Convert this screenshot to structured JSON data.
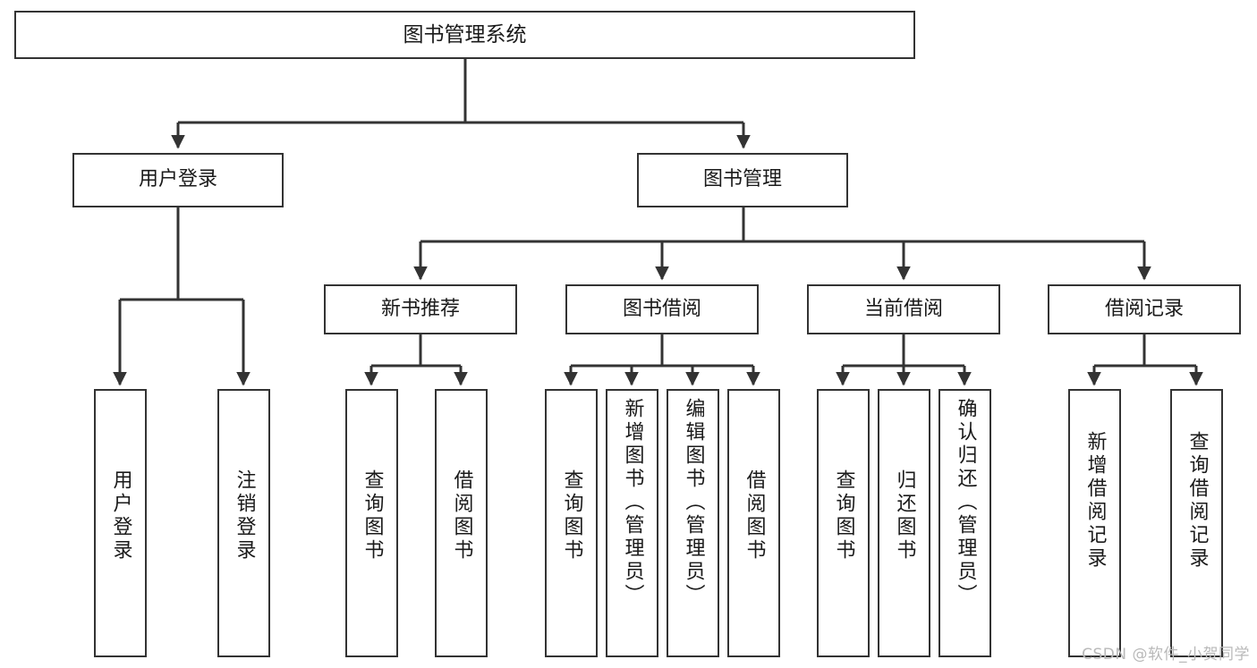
{
  "diagram": {
    "title": "图书管理系统",
    "type": "tree-hierarchy-chart",
    "watermark": "CSDN @软件_小贺同学",
    "colors": {
      "node_border": "#333333",
      "node_fill": "#ffffff",
      "connector": "#333333",
      "text": "#1a1a1a",
      "watermark": "#b9b9b9",
      "background": "#ffffff"
    },
    "levels": {
      "level0": [
        {
          "id": "root",
          "label": "图书管理系统"
        }
      ],
      "level1": [
        {
          "id": "user-login",
          "label": "用户登录"
        },
        {
          "id": "book-management",
          "label": "图书管理"
        }
      ],
      "level2": [
        {
          "id": "new-book-recommend",
          "label": "新书推荐"
        },
        {
          "id": "book-borrow",
          "label": "图书借阅"
        },
        {
          "id": "current-borrow",
          "label": "当前借阅"
        },
        {
          "id": "borrow-record",
          "label": "借阅记录"
        }
      ],
      "level3": [
        {
          "id": "leaf-user-login",
          "label": "用户登录",
          "parent": "user-login"
        },
        {
          "id": "leaf-logout",
          "label": "注销登录",
          "parent": "user-login"
        },
        {
          "id": "leaf-query-book-1",
          "label": "查询图书",
          "parent": "new-book-recommend"
        },
        {
          "id": "leaf-borrow-book-1",
          "label": "借阅图书",
          "parent": "new-book-recommend"
        },
        {
          "id": "leaf-query-book-2",
          "label": "查询图书",
          "parent": "book-borrow"
        },
        {
          "id": "leaf-add-book",
          "label": "新增图书（管理员）",
          "parent": "book-borrow"
        },
        {
          "id": "leaf-edit-book",
          "label": "编辑图书（管理员）",
          "parent": "book-borrow"
        },
        {
          "id": "leaf-borrow-book-2",
          "label": "借阅图书",
          "parent": "book-borrow"
        },
        {
          "id": "leaf-query-book-3",
          "label": "查询图书",
          "parent": "current-borrow"
        },
        {
          "id": "leaf-return-book",
          "label": "归还图书",
          "parent": "current-borrow"
        },
        {
          "id": "leaf-confirm-return",
          "label": "确认归还（管理员）",
          "parent": "current-borrow"
        },
        {
          "id": "leaf-add-record",
          "label": "新增借阅记录",
          "parent": "borrow-record"
        },
        {
          "id": "leaf-query-record",
          "label": "查询借阅记录",
          "parent": "borrow-record"
        }
      ]
    }
  }
}
